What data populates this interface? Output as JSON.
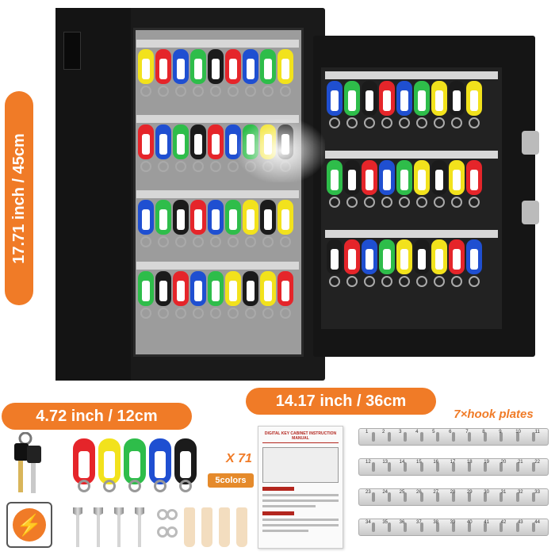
{
  "dimensions": {
    "height_label": "17.71 inch / 45cm",
    "depth_label": "4.72 inch / 12cm",
    "width_label": "14.17 inch / 36cm"
  },
  "hook_plates_label": "7×hook plates",
  "tags_count_label": "X 71",
  "tags_colors_label": "5colors",
  "manual_title": "DIGITAL KEY CABINET INSTRUCTION MANUAL",
  "plate_numbers": [
    [
      "1",
      "2",
      "3",
      "4",
      "5",
      "6",
      "7",
      "8",
      "9",
      "10",
      "11"
    ],
    [
      "12",
      "13",
      "14",
      "15",
      "16",
      "17",
      "18",
      "19",
      "20",
      "21",
      "22"
    ],
    [
      "23",
      "24",
      "25",
      "26",
      "27",
      "28",
      "29",
      "30",
      "31",
      "32",
      "33"
    ],
    [
      "34",
      "35",
      "36",
      "37",
      "38",
      "39",
      "40",
      "41",
      "42",
      "43",
      "44"
    ]
  ],
  "colors": {
    "accent": "#f07b27",
    "tag_red": "#e5252a",
    "tag_yellow": "#f2e21c",
    "tag_green": "#2ebd4a",
    "tag_blue": "#1f4fd1",
    "tag_black": "#1b1b1b"
  },
  "icons": [
    "power-bolt-icon",
    "key-icon"
  ]
}
